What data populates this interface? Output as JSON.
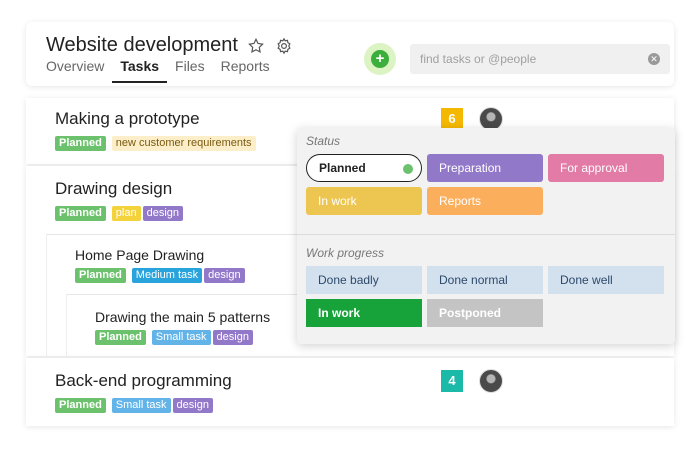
{
  "header": {
    "title": "Website development",
    "tabs": [
      "Overview",
      "Tasks",
      "Files",
      "Reports"
    ],
    "active_tab": "Tasks",
    "search_placeholder": "find tasks or @people",
    "add_label": "+"
  },
  "tasks": [
    {
      "title": "Making a prototype",
      "status": "Planned",
      "tags": [
        "new customer requirements"
      ],
      "count": "6",
      "count_color": "#f5b800"
    },
    {
      "title": "Drawing design",
      "status": "Planned",
      "tags": [
        "plan",
        "design"
      ]
    },
    {
      "title": "Home Page Drawing",
      "status": "Planned",
      "tags": [
        "Medium task",
        "design"
      ]
    },
    {
      "title": "Drawing the main 5 patterns",
      "status": "Planned",
      "tags": [
        "Small task",
        "design"
      ]
    },
    {
      "title": "Back-end programming",
      "status": "Planned",
      "tags": [
        "Small task",
        "design"
      ],
      "count": "4",
      "count_color": "#1bb9a7"
    }
  ],
  "panel": {
    "status_label": "Status",
    "status_options": [
      {
        "label": "Planned",
        "bg": "#ffffff",
        "fg": "#222222",
        "selected": true
      },
      {
        "label": "Preparation",
        "bg": "#9278c8",
        "fg": "#ffffff"
      },
      {
        "label": "For approval",
        "bg": "#e27ba6",
        "fg": "#ffffff"
      },
      {
        "label": "In work",
        "bg": "#ecc651",
        "fg": "#ffffff"
      },
      {
        "label": "Reports",
        "bg": "#fbaf5d",
        "fg": "#ffffff"
      }
    ],
    "progress_label": "Work progress",
    "progress_options": [
      {
        "label": "Done badly",
        "bg": "#d3e0ee",
        "fg": "#2c4a6b"
      },
      {
        "label": "Done normal",
        "bg": "#d3e0ee",
        "fg": "#2c4a6b"
      },
      {
        "label": "Done well",
        "bg": "#d3e0ee",
        "fg": "#2c4a6b"
      },
      {
        "label": "In work",
        "bg": "#17a23a",
        "fg": "#ffffff"
      },
      {
        "label": "Postponed",
        "bg": "#c4c4c4",
        "fg": "#ffffff"
      }
    ]
  }
}
